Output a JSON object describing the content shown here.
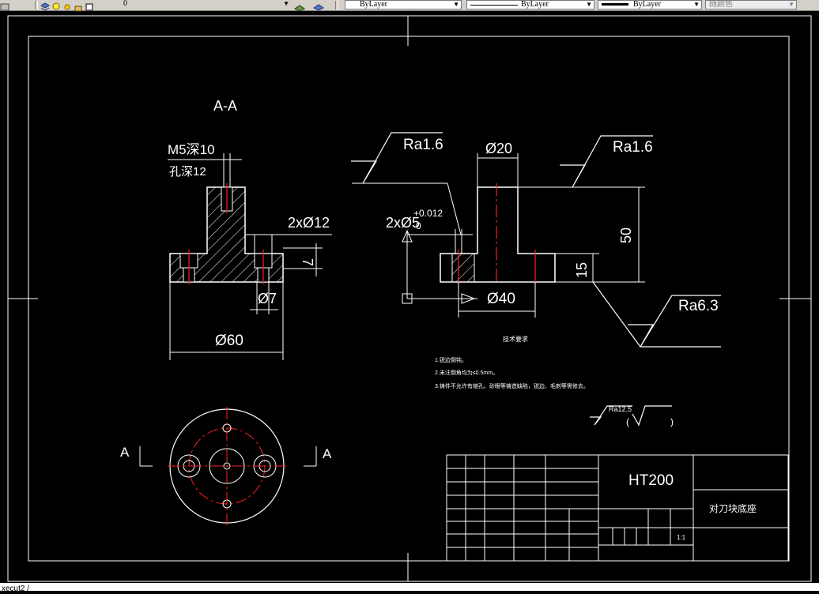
{
  "toolbar": {
    "layer_value": "0",
    "color_value": "ByLayer",
    "linetype_value": "ByLayer",
    "lineweight_value": "ByLayer",
    "plotstyle_value": "随颜色"
  },
  "drawing": {
    "section_label": "A-A",
    "dims": {
      "thread": "M5深10",
      "hole_depth": "孔深12",
      "two_dia12": "2xØ12",
      "seven": "7",
      "dia7": "Ø7",
      "dia60": "Ø60",
      "dia20": "Ø20",
      "two_dia5": "2xØ5",
      "tolerance": "+0.012",
      "tolerance_zero": "0",
      "fifty": "50",
      "fifteen": "15",
      "dia40": "Ø40"
    },
    "roughness": {
      "left": "Ra1.6",
      "right": "Ra1.6",
      "bottom": "Ra6.3",
      "general": "Ra12.5",
      "paren_open": "(",
      "paren_close": ")"
    },
    "view_labels": {
      "left_a": "A",
      "right_a": "A"
    },
    "tech_req": {
      "title": "技术要求",
      "items": [
        "1.锐边倒钝。",
        "2.未注倒角均为≤0.5mm。",
        "3.铸件不允许有缩孔、砂眼等铸造缺陷，锐边、毛刺等需修去。"
      ]
    },
    "title_block": {
      "material": "HT200",
      "part_name": "对刀块底座",
      "scale": "1:1"
    }
  },
  "command_line": {
    "text": "xecut2 /"
  }
}
